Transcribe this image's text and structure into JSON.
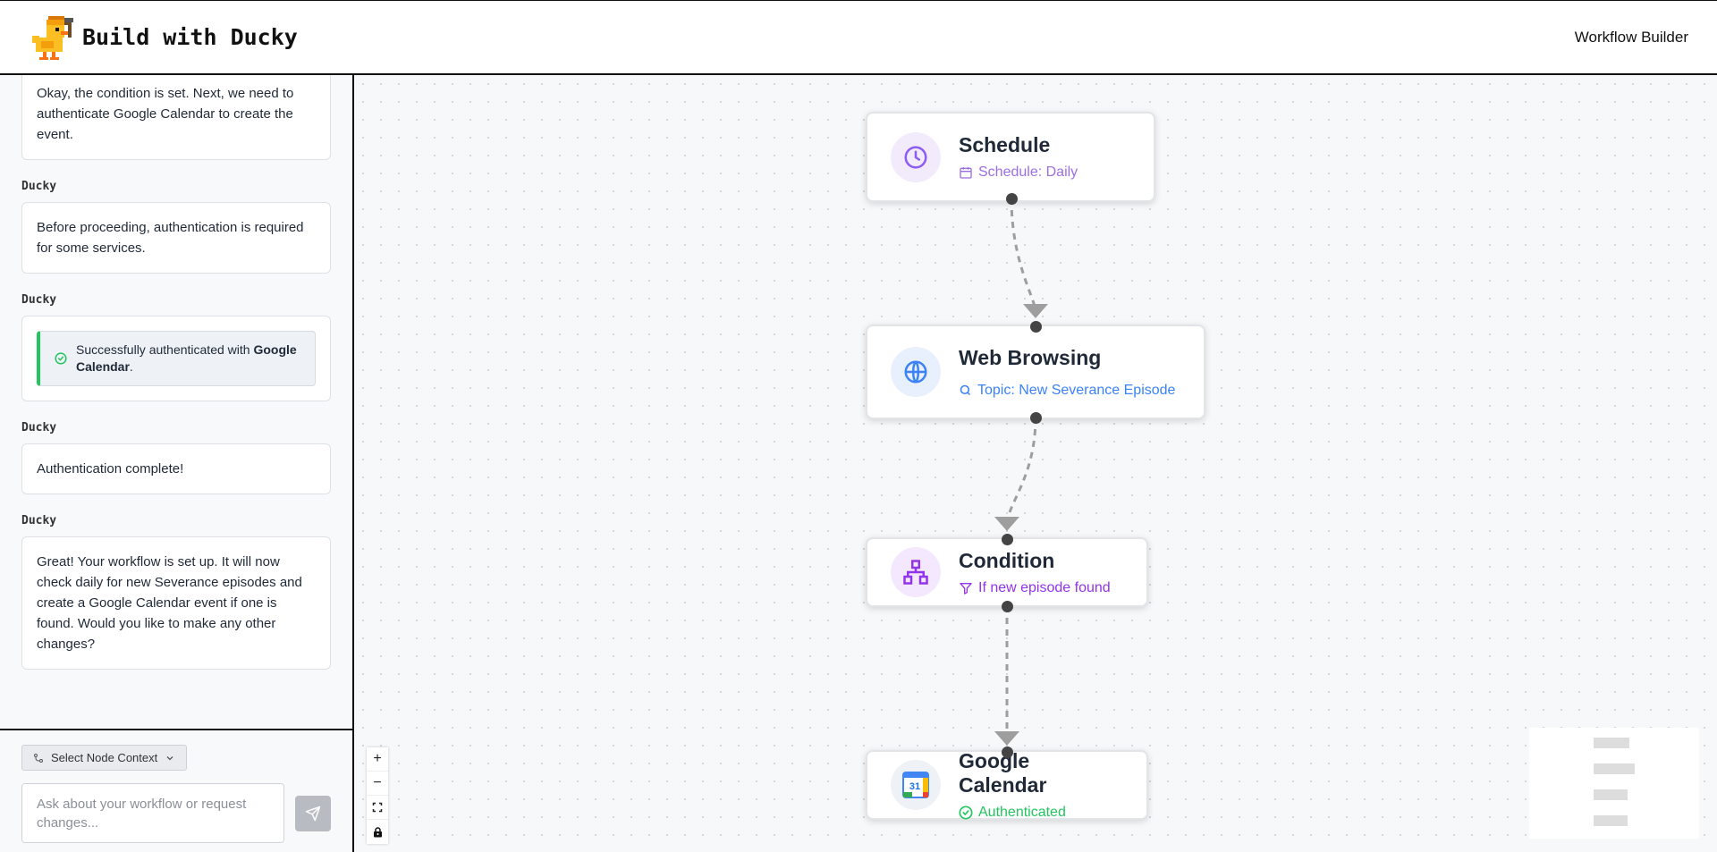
{
  "header": {
    "title": "Build with Ducky",
    "right_label": "Workflow Builder"
  },
  "chat": {
    "messages": [
      {
        "sender": "",
        "text": "Okay, the condition is set. Next, we need to authenticate Google Calendar to create the event."
      },
      {
        "sender": "Ducky",
        "text": "Before proceeding, authentication is required for some services."
      },
      {
        "sender": "Ducky",
        "auth_prefix": "Successfully authenticated with ",
        "auth_service": "Google Calendar",
        "auth_suffix": "."
      },
      {
        "sender": "Ducky",
        "text": "Authentication complete!"
      },
      {
        "sender": "Ducky",
        "text": "Great! Your workflow is set up. It will now check daily for new Severance episodes and create a Google Calendar event if one is found. Would you like to make any other changes?"
      }
    ],
    "context_button": "Select Node Context",
    "input_placeholder": "Ask about your workflow or request changes..."
  },
  "nodes": [
    {
      "title": "Schedule",
      "subtitle": "Schedule: Daily",
      "icon": "clock-icon",
      "sub_icon": "calendar-icon",
      "color": "#9b6fe0"
    },
    {
      "title": "Web Browsing",
      "subtitle": "Topic: New Severance Episode",
      "icon": "globe-icon",
      "sub_icon": "search-icon",
      "color": "#3b82f6"
    },
    {
      "title": "Condition",
      "subtitle": "If new episode found",
      "icon": "flowchart-icon",
      "sub_icon": "filter-icon",
      "color": "#9333ea"
    },
    {
      "title": "Google Calendar",
      "subtitle": "Authenticated",
      "icon": "google-calendar-icon",
      "sub_icon": "check-circle-icon",
      "color": "#22c55e",
      "calendar_day": "31"
    }
  ],
  "controls": {
    "zoom_in": "+",
    "zoom_out": "−"
  },
  "colors": {
    "accent_success": "#22c55e",
    "edge": "#9e9e9e"
  }
}
